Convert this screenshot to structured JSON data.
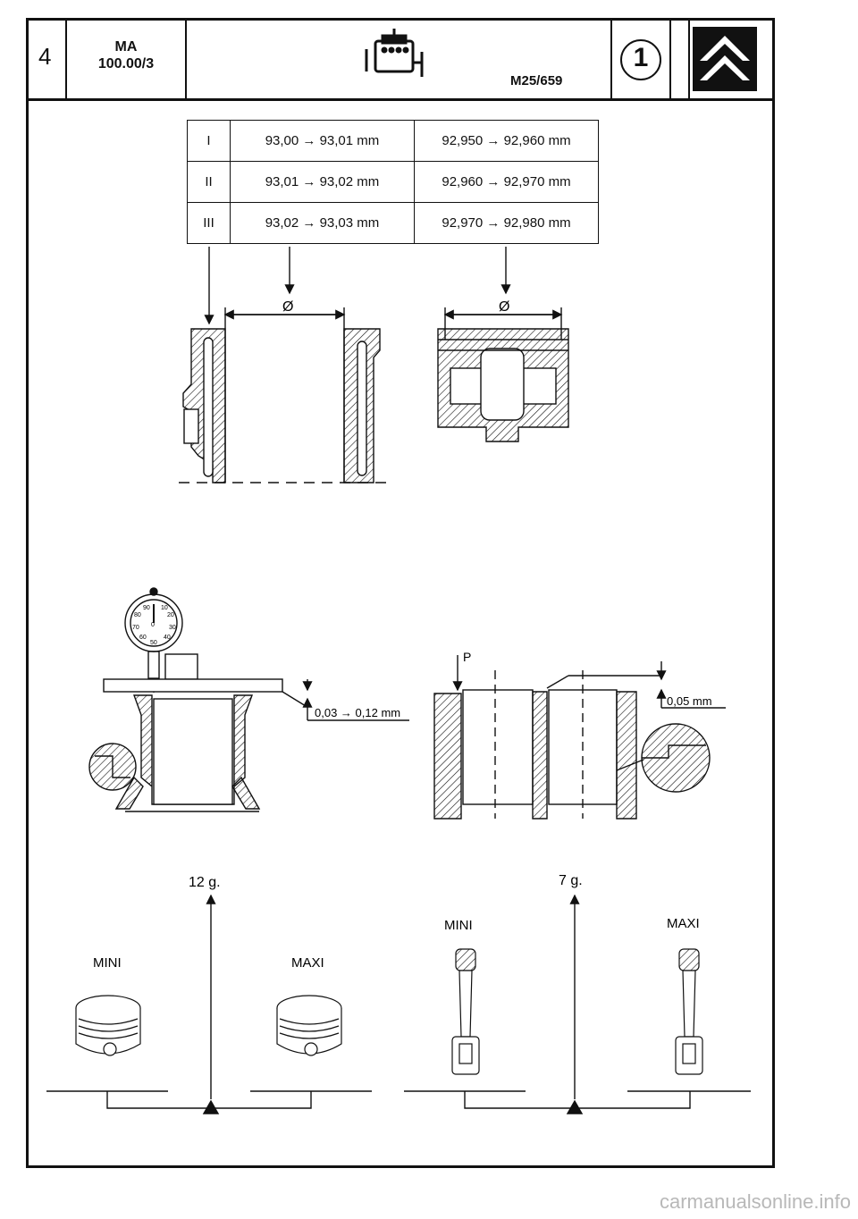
{
  "header": {
    "page_number": "4",
    "manual_code_line1": "MA",
    "manual_code_line2": "100.00/3",
    "engine_ref": "M25/659",
    "circle_number": "1"
  },
  "spec_table": {
    "rows": [
      {
        "class": "I",
        "liner_bore": "93,00 → 93,01 mm",
        "piston_diameter": "92,950 → 92,960 mm"
      },
      {
        "class": "II",
        "liner_bore": "93,01 → 93,02 mm",
        "piston_diameter": "92,960 → 92,970 mm"
      },
      {
        "class": "III",
        "liner_bore": "93,02 → 93,03 mm",
        "piston_diameter": "92,970 → 92,980 mm"
      }
    ]
  },
  "diameter_symbol": "Ø",
  "dial_gauge": {
    "scale_marks": [
      "90",
      "10",
      "80",
      "20",
      "70",
      "30",
      "60",
      "40",
      "50",
      "0"
    ]
  },
  "liner_protrusion": {
    "range_label": "0,03 → 0,12 mm",
    "difference_label": "0,05 mm",
    "point_label": "P"
  },
  "weight_groups": {
    "pistons": {
      "tolerance": "12 g.",
      "min_label": "MINI",
      "max_label": "MAXI"
    },
    "conrods": {
      "tolerance": "7 g.",
      "min_label": "MINI",
      "max_label": "MAXI"
    }
  },
  "watermark": "carmanualsonline.info",
  "colors": {
    "ink": "#111111",
    "watermark": "#b8b8b8"
  }
}
